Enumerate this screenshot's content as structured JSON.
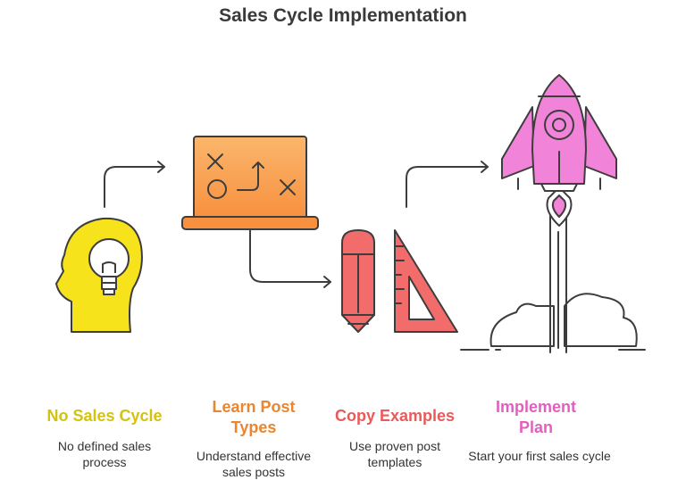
{
  "title": "Sales Cycle Implementation",
  "colors": {
    "stroke": "#3d3d3d",
    "head_fill": "#f7e31c",
    "board_fill": "#f9a04e",
    "tool_fill": "#f26c6c",
    "rocket_fill": "#f183d8"
  },
  "steps": [
    {
      "title": "No Sales Cycle",
      "description": "No defined sales process",
      "color": "#d4c20f",
      "icon": "lightbulb-head-icon"
    },
    {
      "title": "Learn Post Types",
      "description": "Understand effective sales posts",
      "color": "#e9862f",
      "icon": "strategy-board-icon"
    },
    {
      "title": "Copy Examples",
      "description": "Use proven post templates",
      "color": "#e95a5a",
      "icon": "pencil-ruler-icon"
    },
    {
      "title": "Implement Plan",
      "description": "Start your first sales cycle",
      "color": "#e25fbf",
      "icon": "rocket-launch-icon"
    }
  ]
}
